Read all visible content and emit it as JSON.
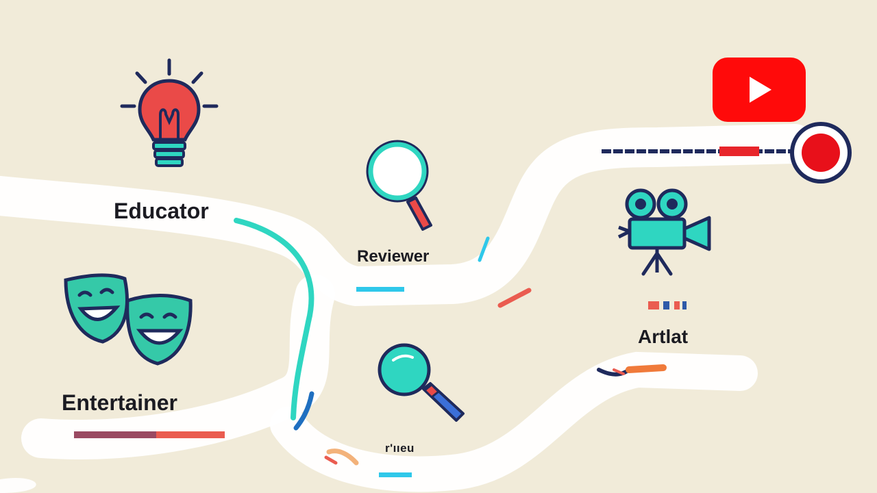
{
  "nodes": {
    "educator": {
      "label": "Educator",
      "icon": "lightbulb-icon"
    },
    "entertainer": {
      "label": "Entertainer",
      "icon": "theater-masks-icon"
    },
    "reviewer": {
      "label": "Reviewer",
      "icon": "magnifier-icon"
    },
    "artist": {
      "label": "Artlat",
      "icon": "movie-camera-icon"
    },
    "unnamed": {
      "label": "r'ııeu",
      "icon": "magnifier-icon"
    }
  },
  "destination": {
    "icon": "youtube-play-icon"
  },
  "colors": {
    "background": "#f1ebd9",
    "path": "#ffffff",
    "teal": "#2fd6c1",
    "navy": "#1f2a5c",
    "red": "#e8252a",
    "coral": "#ea5c50"
  }
}
